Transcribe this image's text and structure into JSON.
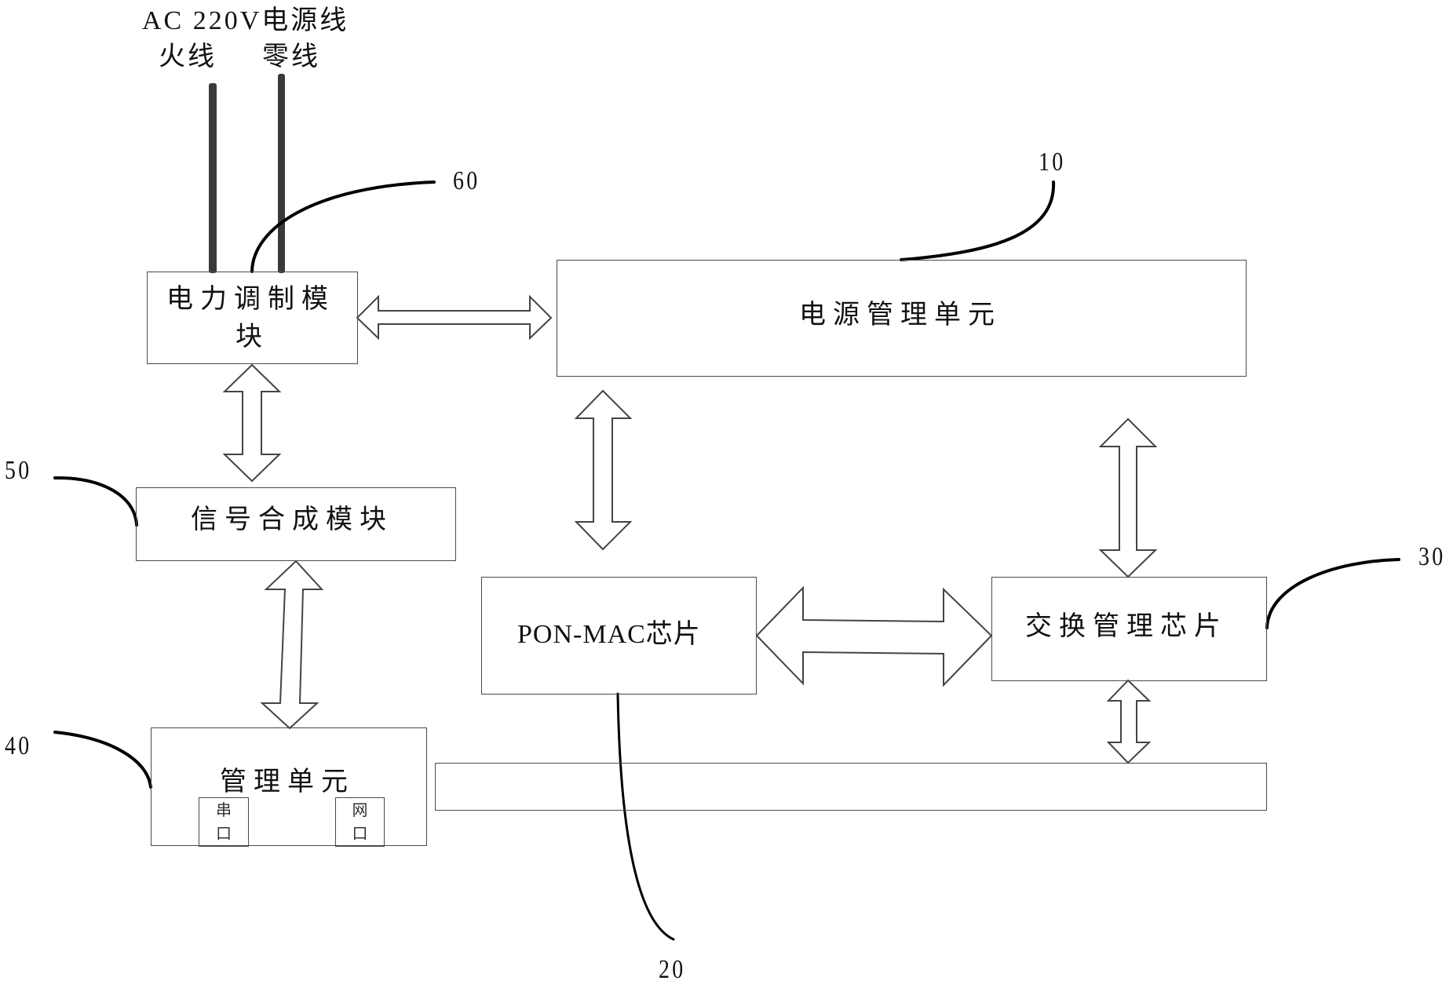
{
  "diagram": {
    "power_input": {
      "title": "AC 220V电源线",
      "live_wire_label": "火线",
      "neutral_wire_label": "零线"
    },
    "blocks": {
      "power_modulation": {
        "label_line1": "电力调制模",
        "label_line2": "块",
        "ref": "60"
      },
      "power_management": {
        "label": "电源管理单元",
        "ref": "10"
      },
      "signal_synthesis": {
        "label": "信号合成模块",
        "ref": "50"
      },
      "management_unit": {
        "label": "管理单元",
        "ref": "40",
        "ports": [
          {
            "line1": "串",
            "line2": "口"
          },
          {
            "line1": "网",
            "line2": "口"
          }
        ]
      },
      "pon_mac_chip": {
        "label": "PON-MAC芯片",
        "ref": "20"
      },
      "switch_chip": {
        "label": "交换管理芯片",
        "ref": "30"
      },
      "bus_bar": {
        "label": ""
      }
    },
    "connections": [
      {
        "from": "power_modulation",
        "to": "power_management",
        "type": "bidirectional"
      },
      {
        "from": "power_modulation",
        "to": "signal_synthesis",
        "type": "bidirectional"
      },
      {
        "from": "signal_synthesis",
        "to": "management_unit",
        "type": "bidirectional"
      },
      {
        "from": "power_management",
        "to": "pon_mac_chip",
        "type": "bidirectional"
      },
      {
        "from": "power_management",
        "to": "switch_chip",
        "type": "bidirectional"
      },
      {
        "from": "pon_mac_chip",
        "to": "switch_chip",
        "type": "bidirectional"
      },
      {
        "from": "switch_chip",
        "to": "bus_bar",
        "type": "bidirectional"
      }
    ],
    "colors": {
      "stroke": "#444444",
      "wire": "#3a3a3a",
      "leader": "#000000",
      "background": "#ffffff"
    }
  }
}
